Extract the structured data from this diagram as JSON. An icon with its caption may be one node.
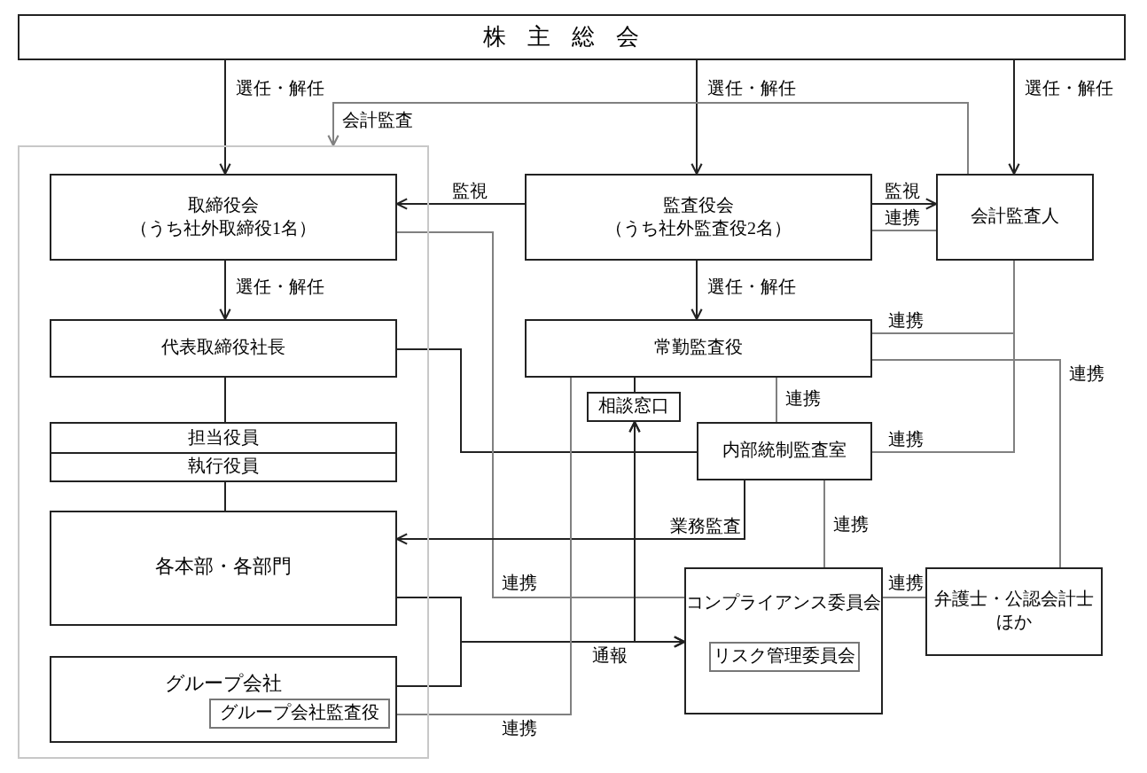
{
  "diagram": {
    "nodes": [
      {
        "text": [
          "株主総会"
        ]
      },
      {
        "text": [],
        "shape": "box"
      },
      {
        "text": [
          "取締役会",
          "（うち社外取締役1名）"
        ],
        "in": 1
      },
      {
        "text": [
          "代表取締役社長"
        ],
        "in": 1
      },
      {
        "text": [
          "担当役員"
        ],
        "in": 1
      },
      {
        "text": [
          "執行役員"
        ],
        "in": 1
      },
      {
        "text": [
          "各本部・各部門"
        ],
        "in": 1
      },
      {
        "text": [
          "グループ会社"
        ],
        "in": 1
      },
      {
        "text": [
          "グループ会社監査役"
        ],
        "in": 7
      },
      {
        "text": [
          "監査役会",
          "（うち社外監査役2名）"
        ]
      },
      {
        "text": [
          "会計監査人"
        ]
      },
      {
        "text": [
          "常勤監査役"
        ]
      },
      {
        "text": [
          "相談窓口"
        ]
      },
      {
        "text": [
          "内部統制監査室"
        ]
      },
      {
        "text": [
          "コンプライアンス委員会"
        ]
      },
      {
        "text": [
          "リスク管理委員会"
        ],
        "in": 14
      },
      {
        "text": [
          "弁護士・公認会計士ほか"
        ]
      }
    ],
    "edges": [
      {
        "from": 0,
        "to": 2,
        "arrow": "to",
        "label": "選任・解任"
      },
      {
        "from": 0,
        "to": 9,
        "arrow": "to",
        "label": "選任・解任"
      },
      {
        "from": 0,
        "to": 10,
        "arrow": "to",
        "label": "選任・解任"
      },
      {
        "from": 10,
        "to": 1,
        "arrow": "to",
        "label": "会計監査",
        "color": "#808080"
      },
      {
        "from": 9,
        "to": 2,
        "arrow": "to",
        "label": "監視"
      },
      {
        "from": 9,
        "to": 10,
        "arrow": "to",
        "label": "監視"
      },
      {
        "from": 9,
        "to": 10,
        "arrow": "none",
        "label": "連携",
        "color": "#808080"
      },
      {
        "from": 2,
        "to": 3,
        "arrow": "to",
        "label": "選任・解任"
      },
      {
        "from": 9,
        "to": 11,
        "arrow": "to",
        "label": "選任・解任"
      },
      {
        "from": 3,
        "to": 4,
        "arrow": "none"
      },
      {
        "from": 5,
        "to": 6,
        "arrow": "none"
      },
      {
        "from": 3,
        "to": 13,
        "arrow": "none"
      },
      {
        "from": 2,
        "to": 14,
        "arrow": "none",
        "label": "連携",
        "color": "#808080"
      },
      {
        "from": 11,
        "to": 10,
        "arrow": "none",
        "label": "連携",
        "color": "#808080"
      },
      {
        "from": 13,
        "to": 10,
        "arrow": "none",
        "label": "連携",
        "color": "#808080"
      },
      {
        "from": 11,
        "to": 16,
        "arrow": "none",
        "label": "連携",
        "color": "#808080"
      },
      {
        "from": 11,
        "to": 13,
        "arrow": "none",
        "label": "連携",
        "color": "#808080"
      },
      {
        "from": 13,
        "to": 6,
        "arrow": "to",
        "label": "業務監査"
      },
      {
        "from": 13,
        "to": 14,
        "arrow": "none",
        "label": "連携",
        "color": "#808080"
      },
      {
        "from": 14,
        "to": 16,
        "arrow": "none",
        "label": "連携",
        "color": "#808080"
      },
      {
        "from": 6,
        "to": 14,
        "arrow": "to",
        "label": "通報"
      },
      {
        "from": 7,
        "to": 14,
        "arrow": "to"
      },
      {
        "from": 6,
        "to": 12,
        "arrow": "to"
      },
      {
        "from": 7,
        "to": 12,
        "arrow": "to"
      },
      {
        "from": 11,
        "to": 12,
        "arrow": "none"
      },
      {
        "from": 8,
        "to": 11,
        "arrow": "none",
        "label": "連携",
        "color": "#808080"
      }
    ]
  }
}
